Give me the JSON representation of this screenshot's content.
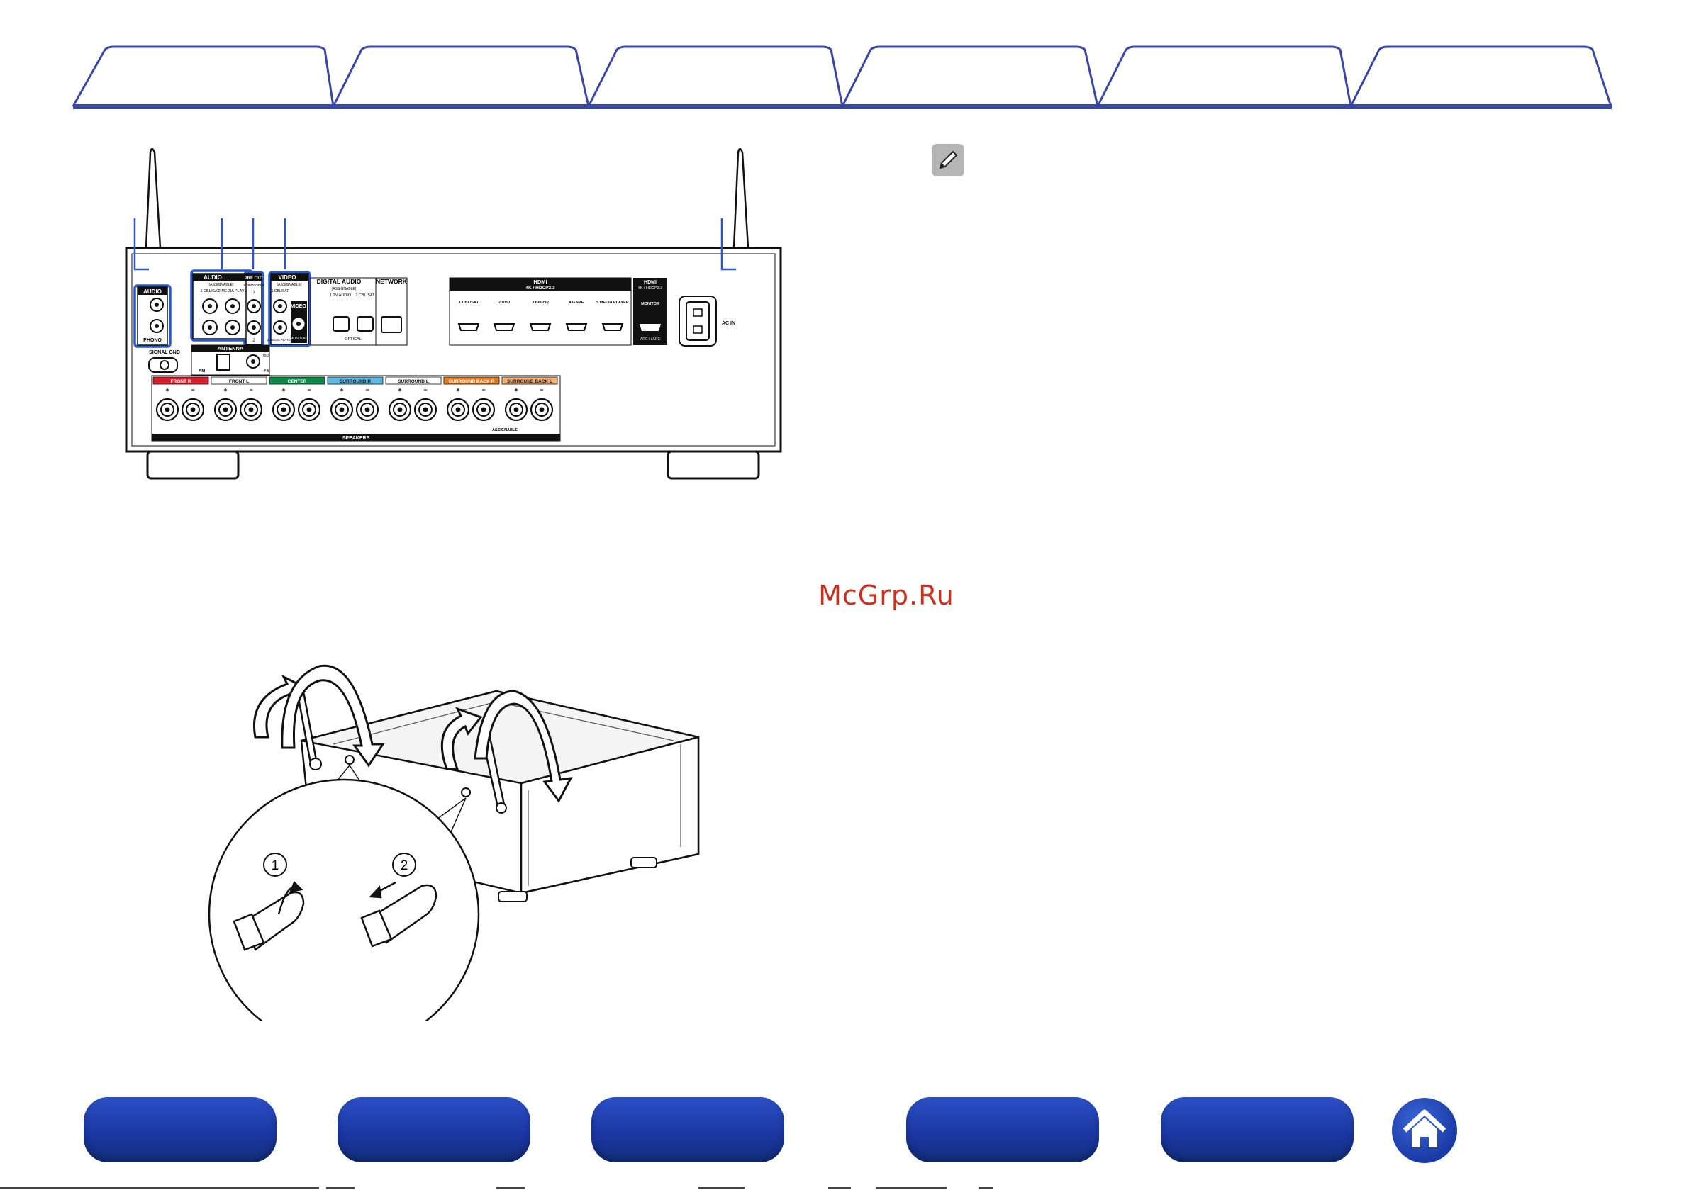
{
  "nav_tabs": [
    {
      "label": ""
    },
    {
      "label": ""
    },
    {
      "label": ""
    },
    {
      "label": ""
    },
    {
      "label": ""
    },
    {
      "label": ""
    }
  ],
  "rear_panel": {
    "audio_phono_label": "AUDIO",
    "phono_label": "PHONO",
    "signal_gnd_label": "SIGNAL GND",
    "audio_in_label": "AUDIO",
    "assignable_small": "(ASSIGNABLE)",
    "audio_in_ch1": "1 CBL/SAT",
    "audio_in_ch2": "2 MEDIA PLAYER",
    "pre_out_label": "PRE OUT",
    "subwoofer_label": "SUBWOOFER",
    "pre_out_ch1": "1",
    "pre_out_ch2": "2",
    "video_in_label": "VIDEO",
    "video_ch1": "1 CBL/SAT",
    "video_ch2": "2 MEDIA PLAYER",
    "video_out_label": "VIDEO",
    "monitor_label": "MONITOR",
    "digital_audio_label": "DIGITAL AUDIO",
    "digital_ch1": "1 TV AUDIO",
    "digital_ch2": "2 CBL/SAT",
    "optical_label": "OPTICAL",
    "network_label": "NETWORK",
    "antenna_label": "ANTENNA",
    "am_label": "AM",
    "fm_label": "FM",
    "fm_ohm": "75Ω",
    "hdmi_in_label": "HDMI",
    "hdmi_in_sub": "4K / HDCP2.3",
    "hdmi_inputs": [
      "1 CBL/SAT",
      "2 DVD",
      "3 Blu-ray",
      "4 GAME",
      "5 MEDIA PLAYER"
    ],
    "hdmi_out_label": "HDMI",
    "hdmi_out_sub": "4K / HDCP2.3",
    "hdmi_monitor": "MONITOR",
    "hdmi_arc": "ARC / eARC",
    "ac_in_label": "AC IN",
    "speaker_groups": [
      {
        "label": "FRONT R",
        "color": "#d81e2d"
      },
      {
        "label": "FRONT L",
        "color": "#ffffff"
      },
      {
        "label": "CENTER",
        "color": "#0c8a4a"
      },
      {
        "label": "SURROUND R",
        "color": "#5fb8e0"
      },
      {
        "label": "SURROUND L",
        "color": "#ffffff"
      },
      {
        "label": "SURROUND BACK R",
        "color": "#e07a1f"
      },
      {
        "label": "SURROUND BACK L",
        "color": "#f0b07a"
      }
    ],
    "assignable_label": "ASSIGNABLE",
    "speakers_label": "SPEAKERS"
  },
  "antenna_illustration": {
    "step1": "1",
    "step2": "2"
  },
  "watermark": "McGrp.Ru",
  "bottom_nav": [
    {
      "label": ""
    },
    {
      "label": ""
    },
    {
      "label": ""
    },
    {
      "label": ""
    },
    {
      "label": ""
    }
  ],
  "colors": {
    "tab_line": "#3a46a6",
    "nav_blue": "#1a35a0",
    "callout_blue": "#2a58c8"
  }
}
